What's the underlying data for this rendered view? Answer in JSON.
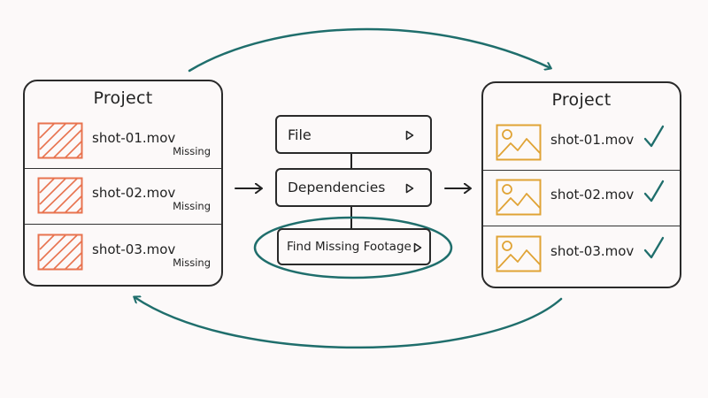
{
  "colors": {
    "ink": "#2a2a2a",
    "accent_teal": "#1f6e6c",
    "missing_orange": "#e8734f",
    "found_amber": "#e0a335",
    "background": "#fcf9f9"
  },
  "left_panel": {
    "title": "Project",
    "rows": [
      {
        "file": "shot-01.mov",
        "status": "Missing",
        "icon": "missing-footage-icon"
      },
      {
        "file": "shot-02.mov",
        "status": "Missing",
        "icon": "missing-footage-icon"
      },
      {
        "file": "shot-03.mov",
        "status": "Missing",
        "icon": "missing-footage-icon"
      }
    ]
  },
  "menu": {
    "file_label": "File",
    "dependencies_label": "Dependencies",
    "find_missing_label": "Find Missing Footage",
    "submenu_icon": "triangle-right-icon"
  },
  "right_panel": {
    "title": "Project",
    "rows": [
      {
        "file": "shot-01.mov",
        "icon": "image-icon",
        "status_icon": "checkmark-icon"
      },
      {
        "file": "shot-02.mov",
        "icon": "image-icon",
        "status_icon": "checkmark-icon"
      },
      {
        "file": "shot-03.mov",
        "icon": "image-icon",
        "status_icon": "checkmark-icon"
      }
    ]
  }
}
